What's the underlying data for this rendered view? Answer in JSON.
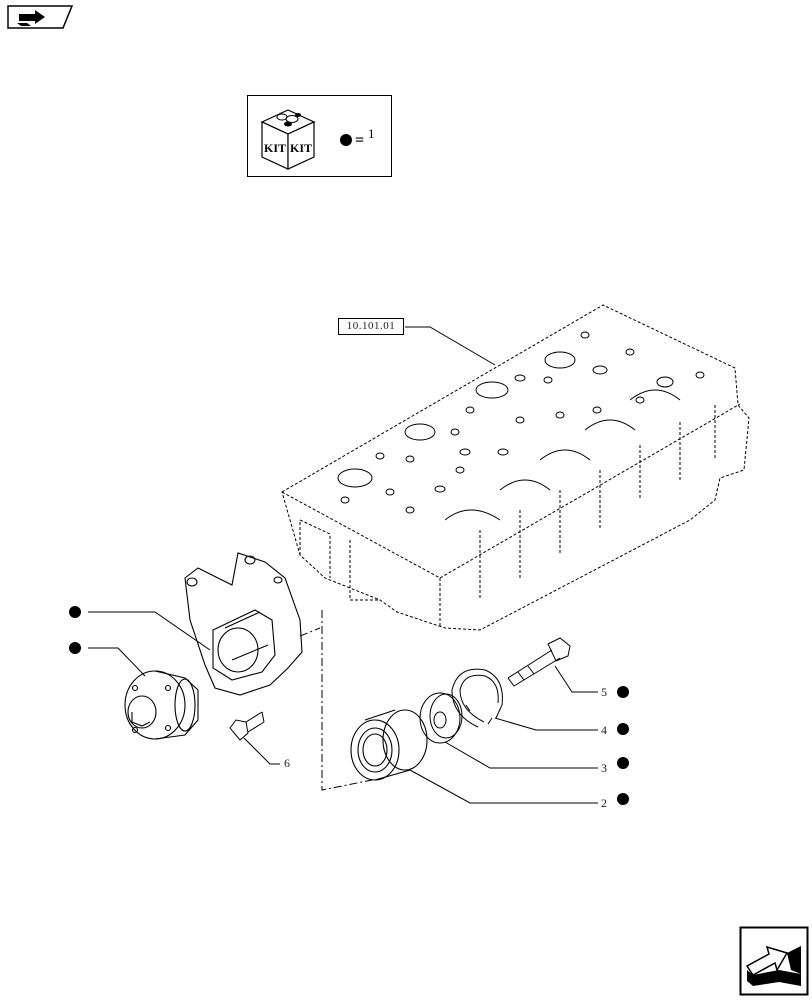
{
  "kit_legend": {
    "icon_label_left": "KIT",
    "icon_label_right": "KIT",
    "equals": "=",
    "value": "1"
  },
  "reference": {
    "label": "10.101.01"
  },
  "callouts": [
    {
      "number": "5"
    },
    {
      "number": "4"
    },
    {
      "number": "3"
    },
    {
      "number": "2"
    },
    {
      "number": "6"
    }
  ],
  "colors": {
    "ink": "#000000",
    "background": "#ffffff"
  },
  "icons": {
    "prev": "arrow-back-icon",
    "next": "arrow-forward-icon"
  }
}
